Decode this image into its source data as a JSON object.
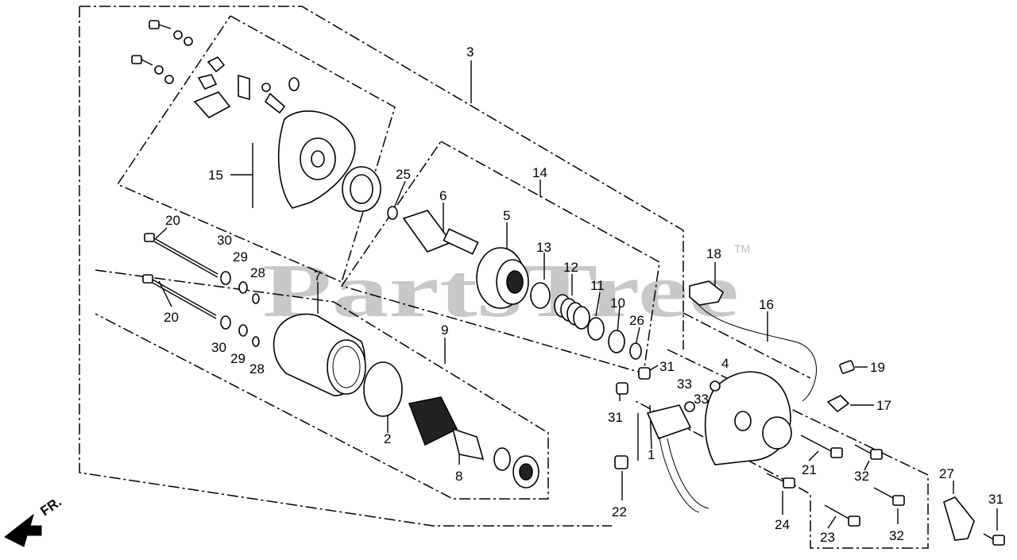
{
  "watermark": {
    "text": "PartsTree",
    "tm": "TM"
  },
  "direction": {
    "label": "FR."
  },
  "callouts": {
    "p1": "1",
    "p2": "2",
    "p3": "3",
    "p4": "4",
    "p5": "5",
    "p6": "6",
    "p7": "7",
    "p8": "8",
    "p9": "9",
    "p10": "10",
    "p11": "11",
    "p12": "12",
    "p13": "13",
    "p14": "14",
    "p15": "15",
    "p16": "16",
    "p17": "17",
    "p18": "18",
    "p19": "19",
    "p20a": "20",
    "p20b": "20",
    "p21": "21",
    "p22": "22",
    "p23": "23",
    "p24": "24",
    "p25": "25",
    "p26": "26",
    "p27": "27",
    "p28a": "28",
    "p28b": "28",
    "p29a": "29",
    "p29b": "29",
    "p30a": "30",
    "p30b": "30",
    "p31a": "31",
    "p31b": "31",
    "p31c": "31",
    "p32a": "32",
    "p32b": "32",
    "p33a": "33",
    "p33b": "33"
  }
}
